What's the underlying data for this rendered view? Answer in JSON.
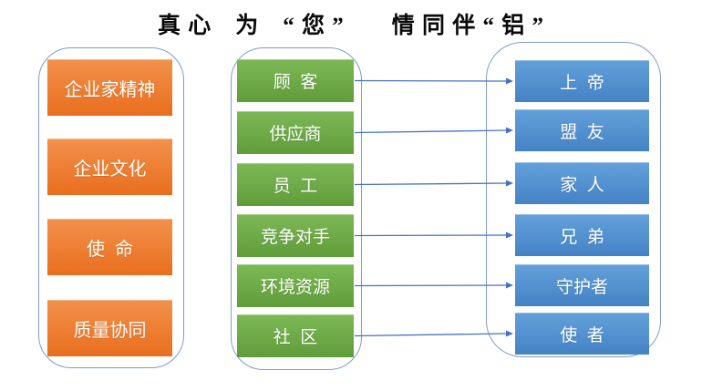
{
  "title": "真 心　为　“ 您 ”　　情 同 伴 “ 铝 ”",
  "groups": {
    "values": {
      "items": [
        "企业家精神",
        "企业文化",
        "使  命",
        "质量协同"
      ]
    },
    "stakeholders": {
      "items": [
        "顾  客",
        "供应商",
        "员  工",
        "竞争对手",
        "环境资源",
        "社  区"
      ]
    },
    "roles": {
      "items": [
        "上  帝",
        "盟  友",
        "家  人",
        "兄  弟",
        "守护者",
        "使  者"
      ]
    }
  },
  "connections": [
    {
      "from": "顾  客",
      "to": "上  帝"
    },
    {
      "from": "供应商",
      "to": "盟  友"
    },
    {
      "from": "员  工",
      "to": "家  人"
    },
    {
      "from": "竞争对手",
      "to": "兄  弟"
    },
    {
      "from": "环境资源",
      "to": "守护者"
    },
    {
      "from": "社  区",
      "to": "使  者"
    }
  ],
  "colors": {
    "orange_top": "#F2914B",
    "orange_bottom": "#E96E1E",
    "green_top": "#7CB956",
    "green_bottom": "#619C3B",
    "blue_top": "#63A1DA",
    "blue_bottom": "#4582C5",
    "container_border": "#7E9BCE",
    "arrow": "#4472C4",
    "title_color": "#0A0A0A"
  }
}
